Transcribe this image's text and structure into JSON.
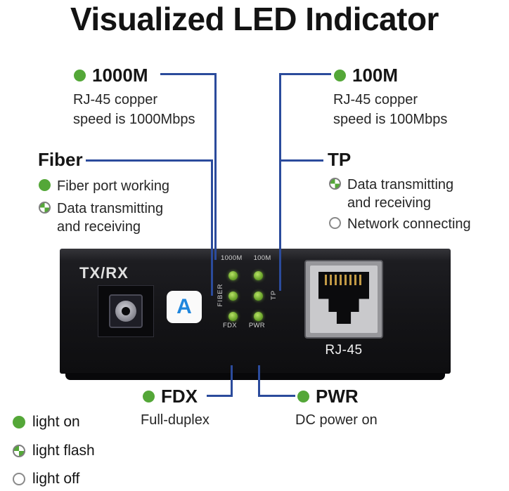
{
  "title": "Visualized LED Indicator",
  "callouts": {
    "m1000": {
      "label": "1000M",
      "desc_line1": "RJ-45 copper",
      "desc_line2": "speed is 1000Mbps"
    },
    "m100": {
      "label": "100M",
      "desc_line1": "RJ-45 copper",
      "desc_line2": "speed is 100Mbps"
    },
    "fiber": {
      "label": "Fiber",
      "items": [
        {
          "state": "on",
          "text": "Fiber port working"
        },
        {
          "state": "flash",
          "text": "Data transmitting and receiving"
        }
      ]
    },
    "tp": {
      "label": "TP",
      "items": [
        {
          "state": "flash",
          "text": "Data transmitting and receiving"
        },
        {
          "state": "off",
          "text": "Network connecting"
        }
      ]
    },
    "fdx": {
      "label": "FDX",
      "desc": "Full-duplex"
    },
    "pwr": {
      "label": "PWR",
      "desc": "DC power on"
    }
  },
  "device": {
    "txrx_label": "TX/RX",
    "logo_letter": "A",
    "rj45_label": "RJ-45",
    "led_top_labels": [
      "1000M",
      "100M"
    ],
    "led_side_left": "FIBER",
    "led_side_right": "TP",
    "led_bottom_labels": [
      "FDX",
      "PWR"
    ]
  },
  "legend": [
    {
      "state": "on",
      "label": "light on"
    },
    {
      "state": "flash",
      "label": "light flash"
    },
    {
      "state": "off",
      "label": "light off"
    }
  ],
  "colors": {
    "line_blue": "#2b4b9c",
    "dot_green": "#54a738",
    "led_green": "#7cb83a",
    "logo_blue": "#1f86dd"
  }
}
